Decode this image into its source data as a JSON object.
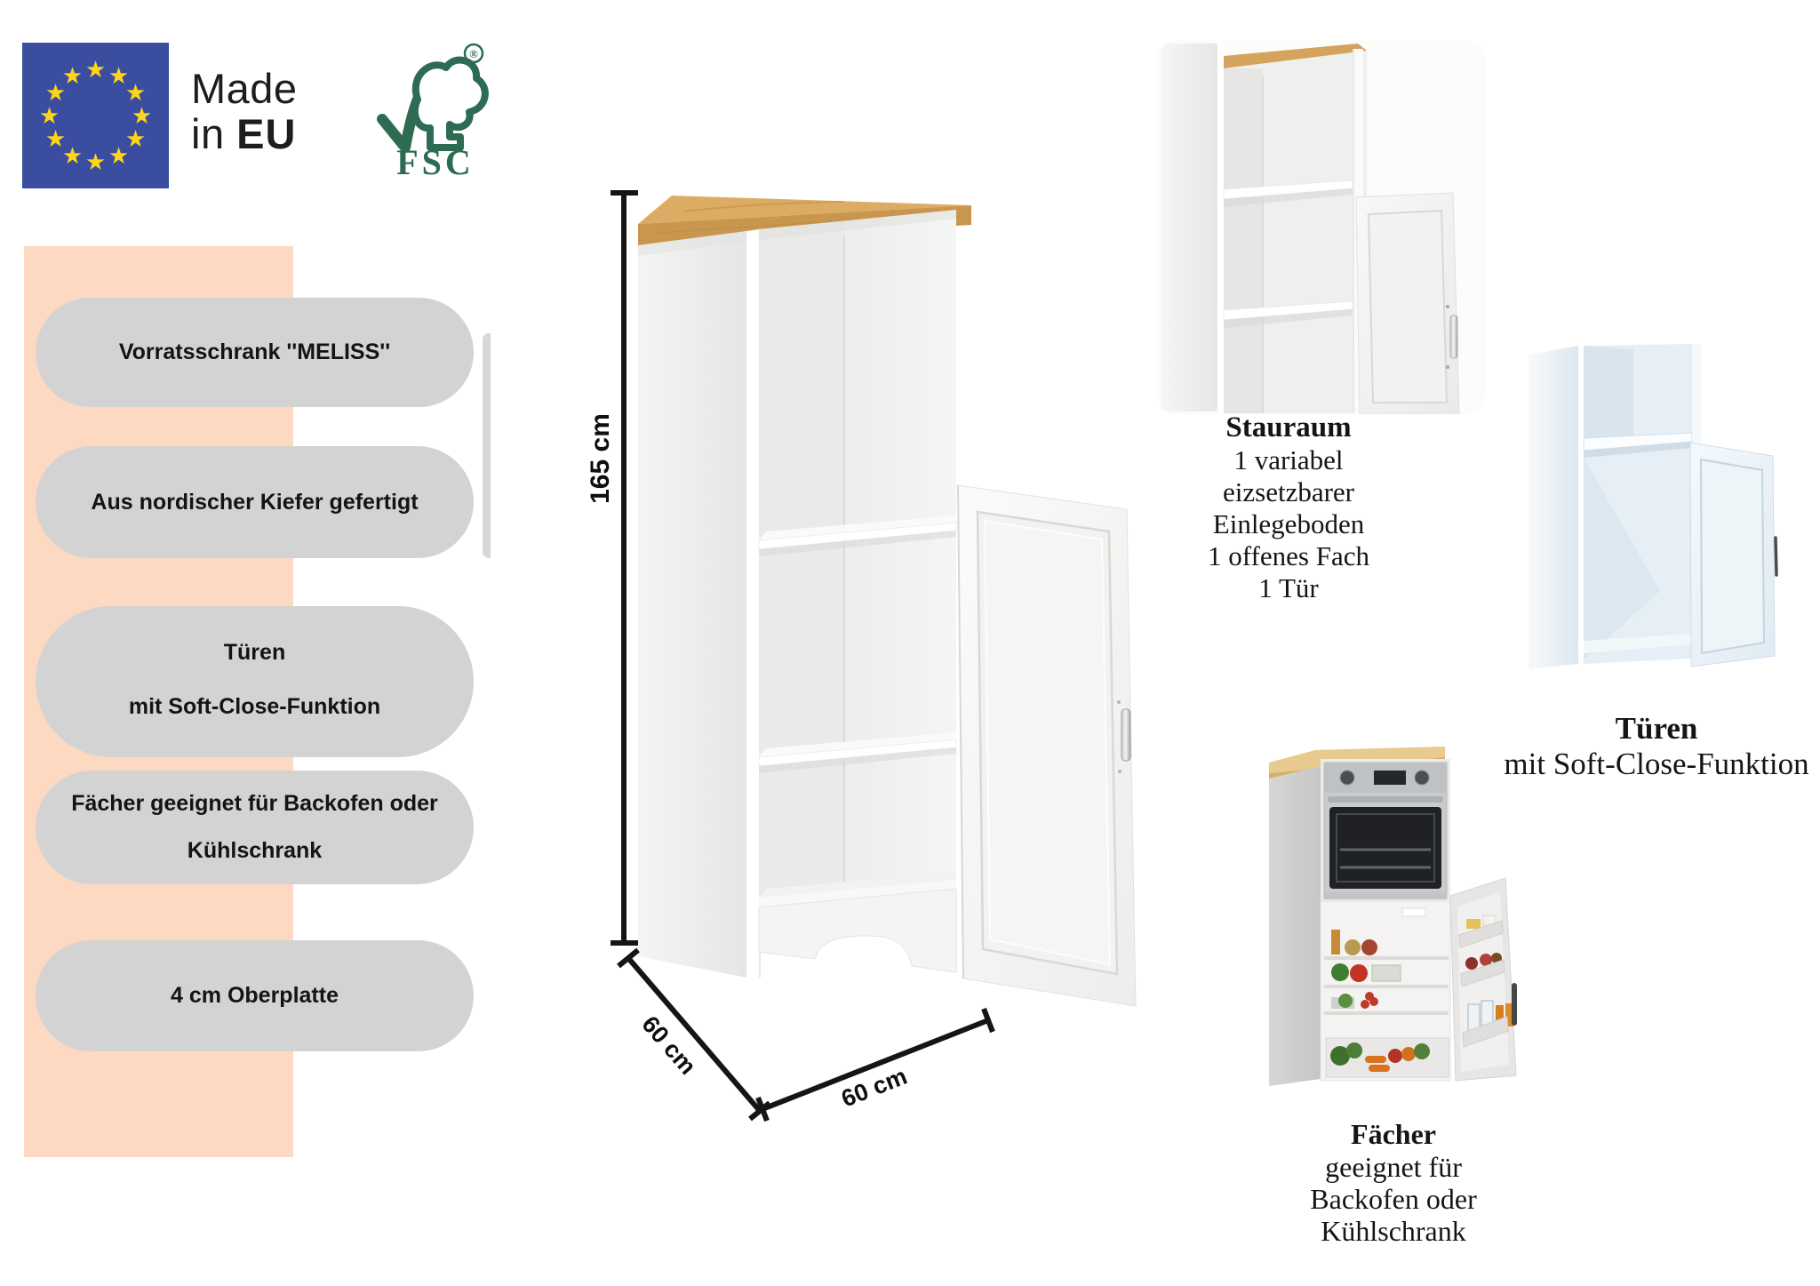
{
  "badges": {
    "eu": {
      "label_line1": "Made",
      "label_line2_prefix": "in ",
      "label_line2_bold": "EU"
    },
    "fsc": {
      "label": "FSC",
      "registered_mark": "®"
    }
  },
  "features": {
    "items": [
      {
        "lines": [
          "Vorratsschrank ''MELISS''"
        ]
      },
      {
        "lines": [
          "Aus nordischer Kiefer gefertigt"
        ]
      },
      {
        "lines": [
          "Türen",
          "mit Soft-Close-Funktion"
        ]
      },
      {
        "lines": [
          "Fächer geeignet für Backofen oder",
          "Kühlschrank"
        ]
      },
      {
        "lines": [
          "4 cm Oberplatte"
        ]
      }
    ]
  },
  "dimensions": {
    "height": "165 cm",
    "depth": "60 cm",
    "width": "60 cm"
  },
  "callouts": {
    "stauraum": {
      "title": "Stauraum",
      "lines": [
        "1 variabel",
        "eizsetzbarer",
        "Einlegeboden",
        "1 offenes Fach",
        "1 Tür"
      ]
    },
    "tueren": {
      "title": "Türen",
      "lines": [
        "mit Soft-Close-Funktion"
      ]
    },
    "faecher": {
      "title": "Fächer",
      "lines": [
        "geeignet für",
        "Backofen oder",
        "Kühlschrank"
      ]
    }
  },
  "colors": {
    "eu_flag_blue": "#3a4d9f",
    "eu_star_yellow": "#ffd617",
    "fsc_green": "#2e6b53",
    "panel_peach": "#fcd9c0",
    "pill_gray": "#d3d3d4",
    "wood_top": "#d9a75f",
    "text_black": "#141414"
  }
}
